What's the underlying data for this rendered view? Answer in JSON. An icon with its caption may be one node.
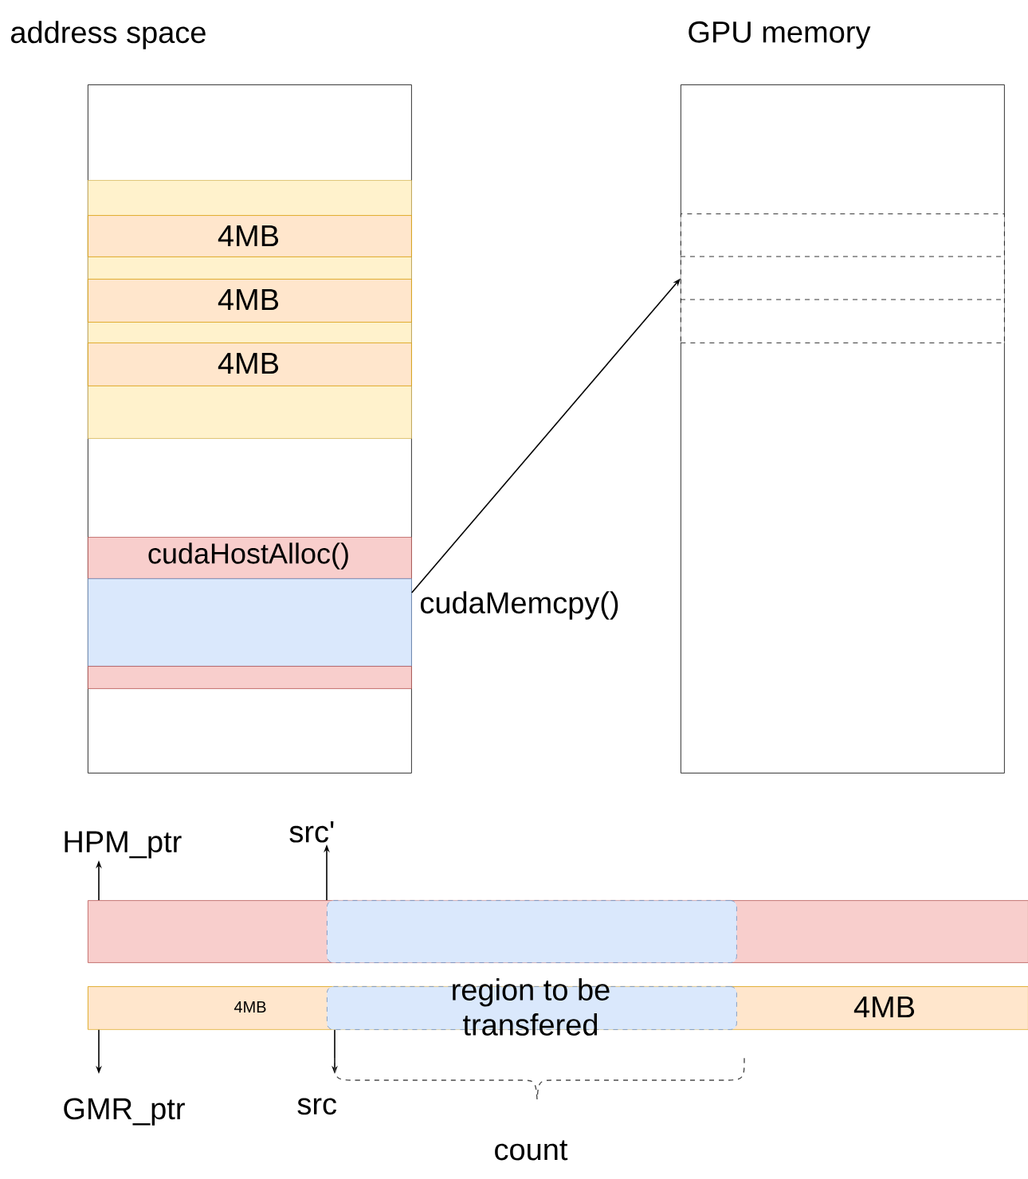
{
  "diagram": {
    "nodes": [
      {
        "text": [
          "address space"
        ]
      },
      {
        "text": [],
        "shape": "box",
        "in": 0
      },
      {
        "text": [
          "4MB"
        ],
        "in": 1
      },
      {
        "text": [
          "4MB"
        ],
        "in": 1
      },
      {
        "text": [
          "4MB"
        ],
        "in": 1
      },
      {
        "text": [
          "cudaHostAlloc()"
        ],
        "in": 0
      },
      {
        "text": [],
        "shape": "box",
        "in": 0
      },
      {
        "text": [],
        "shape": "box",
        "in": 0
      },
      {
        "text": [
          "GPU memory"
        ]
      },
      {
        "text": [],
        "shape": "box",
        "in": 8
      },
      {
        "text": [],
        "shape": "box"
      },
      {
        "text": [],
        "shape": "box",
        "in": 10
      },
      {
        "text": [
          "4MB",
          "4MB"
        ]
      },
      {
        "text": [],
        "shape": "box",
        "in": 12
      },
      {
        "text": [
          "HPM_ptr"
        ]
      },
      {
        "text": [
          "src'"
        ]
      },
      {
        "text": [
          "GMR_ptr"
        ]
      },
      {
        "text": [
          "src"
        ]
      }
    ],
    "edges": [
      {
        "from": 6,
        "to": 9,
        "arrow": "to",
        "label": "cudaMemcpy()"
      },
      {
        "from": 10,
        "to": 14,
        "arrow": "to"
      },
      {
        "from": 10,
        "to": 15,
        "arrow": "to"
      },
      {
        "from": 12,
        "to": 16,
        "arrow": "to"
      },
      {
        "from": 12,
        "to": 17,
        "arrow": "to"
      }
    ],
    "labels": [
      "region to be transfered",
      "count"
    ]
  }
}
